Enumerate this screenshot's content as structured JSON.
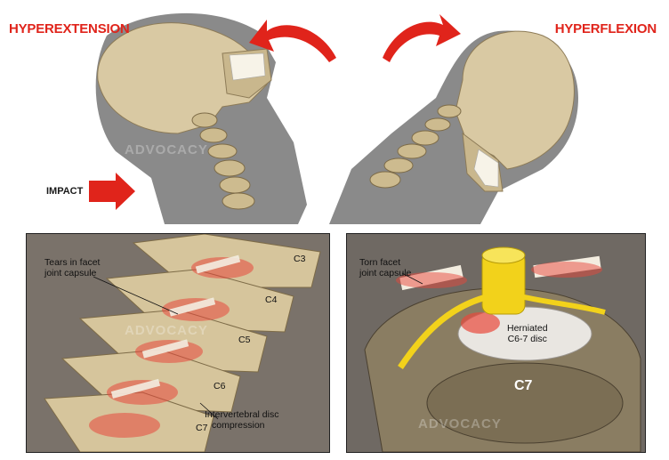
{
  "title_left": "HYPEREXTENSION",
  "title_right": "HYPERFLEXION",
  "impact_label": "IMPACT",
  "left_panel": {
    "tears_label_line1": "Tears in facet",
    "tears_label_line2": "joint capsule",
    "vertebrae": [
      "C3",
      "C4",
      "C5",
      "C6",
      "C7"
    ],
    "disc_label_line1": "Intervertebral disc",
    "disc_label_line2": "compression"
  },
  "right_panel": {
    "torn_label_line1": "Torn facet",
    "torn_label_line2": "joint capsule",
    "herniated_line1": "Herniated",
    "herniated_line2": "C6-7 disc",
    "vertebra": "C7"
  },
  "watermark": "ADVOCACY",
  "colors": {
    "accent_red": "#e0241b",
    "silhouette_gray": "#8a8a8a",
    "bone": "#d9c9a3",
    "nerve_yellow": "#f2d21b"
  }
}
